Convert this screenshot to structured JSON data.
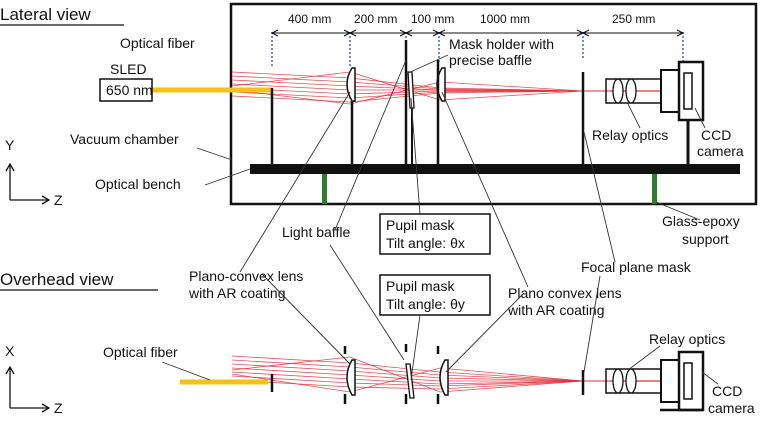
{
  "headers": {
    "lateral": "Lateral view",
    "overhead": "Overhead view"
  },
  "dimensions": [
    "400 mm",
    "200 mm",
    "100 mm",
    "1000 mm",
    "250 mm"
  ],
  "labels": {
    "optical_fiber_top": "Optical fiber",
    "sled": "SLED",
    "wavelength": "650 nm",
    "mask_holder_1": "Mask holder with",
    "mask_holder_2": "precise baffle",
    "relay_optics_top": "Relay optics",
    "ccd_1": "CCD",
    "ccd_2": "camera",
    "vacuum_chamber": "Vacuum chamber",
    "optical_bench": "Optical bench",
    "glass_epoxy_1": "Glass-epoxy",
    "glass_epoxy_2": "support",
    "light_baffle": "Light baffle",
    "pupil_mask_top_1": "Pupil mask",
    "pupil_mask_top_2": "Tilt angle: θx",
    "focal_plane_mask": "Focal plane mask",
    "plano_convex_left_1": "Plano-convex lens",
    "plano_convex_left_2": "with AR coating",
    "pupil_mask_bottom_1": "Pupil mask",
    "pupil_mask_bottom_2": "Tilt angle: θy",
    "plano_convex_right_1": "Plano convex lens",
    "plano_convex_right_2": "with AR coating",
    "relay_optics_bottom": "Relay optics",
    "optical_fiber_bottom": "Optical fiber",
    "ccd_bottom_1": "CCD",
    "ccd_bottom_2": "camera"
  },
  "axes": {
    "lateral_vertical": "Y",
    "overhead_vertical": "X",
    "horizontal": "Z"
  },
  "colors": {
    "beam": "#e0303a",
    "fiber": "#f2c21b",
    "support": "#2e7d32",
    "dim_line": "#1e3ca8"
  }
}
